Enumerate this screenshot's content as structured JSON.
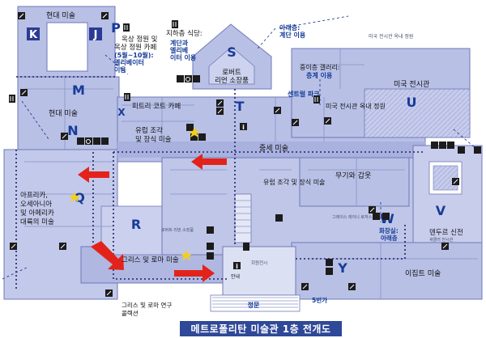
{
  "caption": "메트로폴리탄 미술관 1층 전개도",
  "labels": {
    "modern_top": "현대 미술",
    "modern_mid": "현대 미술",
    "rooftop_line1": "옥상 정원 및",
    "rooftop_line2": "옥상 정원 카페",
    "rooftop_line3": "(5월~10월):",
    "rooftop_line4": "엘리베이터",
    "rooftop_line5": "이용",
    "basement_dining1": "지하층 식당:",
    "basement_dining2": "계단과",
    "basement_dining3": "엘리베",
    "basement_dining4": "이터 이용",
    "lower_floor1": "아래층:",
    "lower_floor2": "계단 이용",
    "lehman1": "로버트",
    "lehman2": "리먼 소장품",
    "mezzanine1": "중이층 갤러리:",
    "mezzanine2": "층계 이용",
    "central_park": "센트럴 파크",
    "american_wing": "미국 전시관",
    "american_courtyard": "미국 전시관 옥내 정원",
    "american_small": "미국 전시관 옥내 정원",
    "petrie": "피트리 코트 카페",
    "european_sculpture1": "유럽 조각",
    "european_sculpture2": "및 장식 미술",
    "medieval": "중세 미술",
    "arms": "무기와 갑옷",
    "europe_sculpture_deco": "유럽 조각 및 장식 미술",
    "africa1": "아프리카,",
    "africa2": "오세아니아",
    "africa3": "및 아메리카",
    "africa4": "대륙의 미술",
    "greek_roman": "그리스 및 로마 미술",
    "greek_roman_study1": "그리스 및 로마 연구",
    "greek_roman_study2": "콜렉션",
    "restroom1": "화장실:",
    "restroom2": "아래층",
    "temple": "덴두르 신전",
    "egypt": "이집트 미술",
    "entrance": "정문",
    "street": "5번가",
    "info": "안내",
    "hall": "회원전시",
    "r_small": "로버트 리먼 소장품",
    "sackler": "새클러 전시관",
    "greek_side": "그레이스 레이니 로저스 강당"
  },
  "letters": [
    "K",
    "J",
    "P",
    "M",
    "N",
    "Q",
    "R",
    "S",
    "T",
    "U",
    "W",
    "V",
    "X",
    "Y"
  ],
  "colors": {
    "gallery": "#b8c0e6",
    "gallery_light": "#cdd2ee",
    "corridor": "#a9b1df",
    "wall": "#6f79b7",
    "arrow": "#e3231b",
    "letter_bg": "#2a3b95",
    "dotted": "#1c2366",
    "caption_bg": "#2f4897",
    "caption_text": "#ffffff"
  },
  "icons": [
    "elevator-icon",
    "restroom-icon",
    "wheelchair-icon",
    "information-icon",
    "stairs-icon",
    "restaurant-icon",
    "water-icon",
    "audio-guide-icon",
    "phone-icon",
    "coat-check-icon"
  ]
}
